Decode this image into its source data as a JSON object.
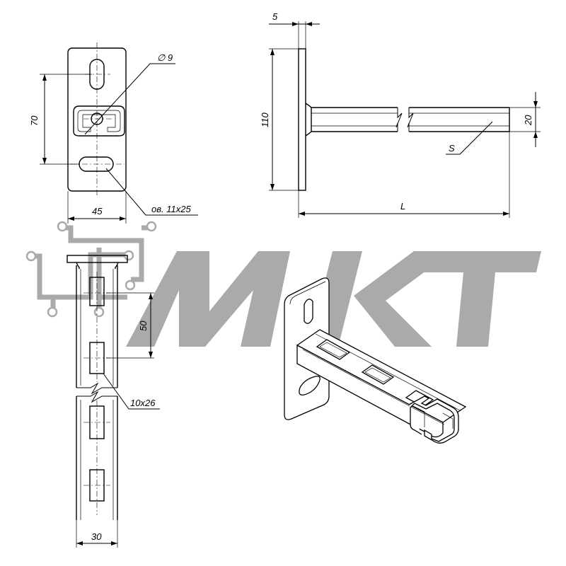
{
  "logo": {
    "text": "MKT",
    "color": "#aaaaaa"
  },
  "dimensions": {
    "plate_hole": "∅ 9",
    "plate_height_70": "70",
    "plate_width": "45",
    "oval_hole": "ов. 11x25",
    "plate_thickness": "5",
    "plate_height_110": "110",
    "profile_height": "20",
    "length": "L",
    "section_label": "S",
    "slot_pitch": "50",
    "slot_size": "10x26",
    "profile_width": "30"
  }
}
